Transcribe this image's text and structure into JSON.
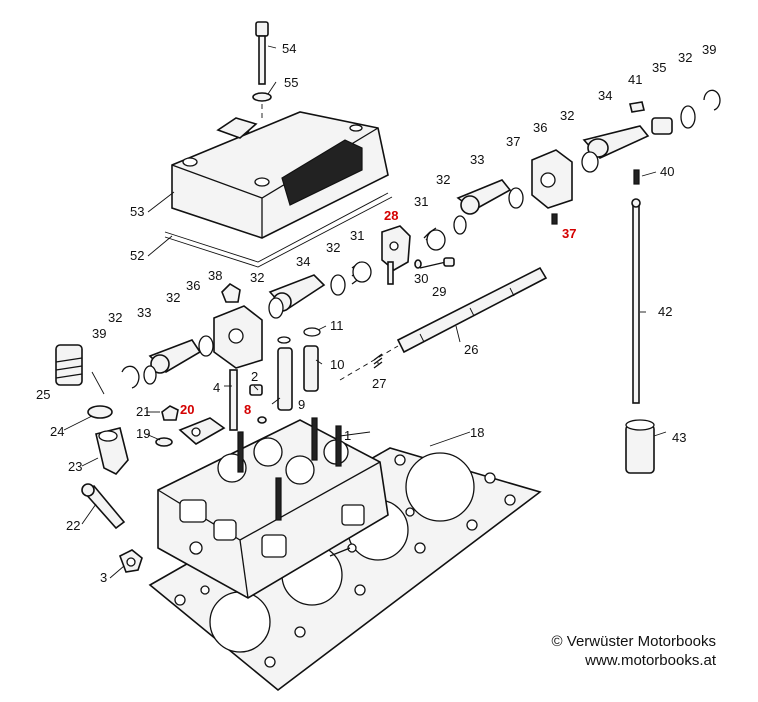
{
  "labels": {
    "l1": "1",
    "l2": "2",
    "l3": "3",
    "l4": "4",
    "l8": "8",
    "l9": "9",
    "l10": "10",
    "l11": "11",
    "l18": "18",
    "l19": "19",
    "l20": "20",
    "l21": "21",
    "l22": "22",
    "l23": "23",
    "l24": "24",
    "l25": "25",
    "l26": "26",
    "l27": "27",
    "l28": "28",
    "l29": "29",
    "l30": "30",
    "l31a": "31",
    "l31b": "31",
    "l32a": "32",
    "l32b": "32",
    "l32c": "32",
    "l32d": "32",
    "l32e": "32",
    "l32f": "32",
    "l32g": "32",
    "l33a": "33",
    "l33b": "33",
    "l34a": "34",
    "l34b": "34",
    "l35": "35",
    "l36a": "36",
    "l36b": "36",
    "l37a": "37",
    "l37b": "37",
    "l38": "38",
    "l39a": "39",
    "l39b": "39",
    "l40": "40",
    "l41": "41",
    "l42": "42",
    "l43": "43",
    "l52": "52",
    "l53": "53",
    "l54": "54",
    "l55": "55"
  },
  "highlight_color": "#d40000",
  "copyright": {
    "line1": "© Verwüster Motorbooks",
    "line2": "www.motorbooks.at"
  }
}
